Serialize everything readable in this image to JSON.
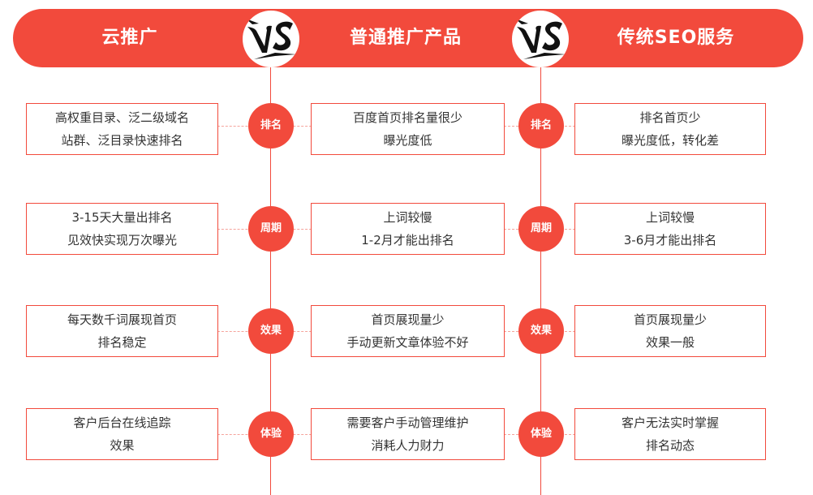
{
  "colors": {
    "accent": "#f24a3c",
    "text": "#333333",
    "connector": "#f5a39b"
  },
  "header": {
    "col1": "云推广",
    "col2": "普通推广产品",
    "col3": "传统SEO服务",
    "vs_icon": "vs-icon"
  },
  "rows": [
    {
      "label": "排名",
      "col1": [
        "高权重目录、泛二级域名",
        "站群、泛目录快速排名"
      ],
      "col2": [
        "百度首页排名量很少",
        "曝光度低"
      ],
      "col3": [
        "排名首页少",
        "曝光度低，转化差"
      ]
    },
    {
      "label": "周期",
      "col1": [
        "3-15天大量出排名",
        "见效快实现万次曝光"
      ],
      "col2": [
        "上词较慢",
        "1-2月才能出排名"
      ],
      "col3": [
        "上词较慢",
        "3-6月才能出排名"
      ]
    },
    {
      "label": "效果",
      "col1": [
        "每天数千词展现首页",
        "排名稳定"
      ],
      "col2": [
        "首页展现量少",
        "手动更新文章体验不好"
      ],
      "col3": [
        "首页展现量少",
        "效果一般"
      ]
    },
    {
      "label": "体验",
      "col1": [
        "客户后台在线追踪",
        "效果"
      ],
      "col2": [
        "需要客户手动管理维护",
        "消耗人力财力"
      ],
      "col3": [
        "客户无法实时掌握",
        "排名动态"
      ]
    }
  ]
}
